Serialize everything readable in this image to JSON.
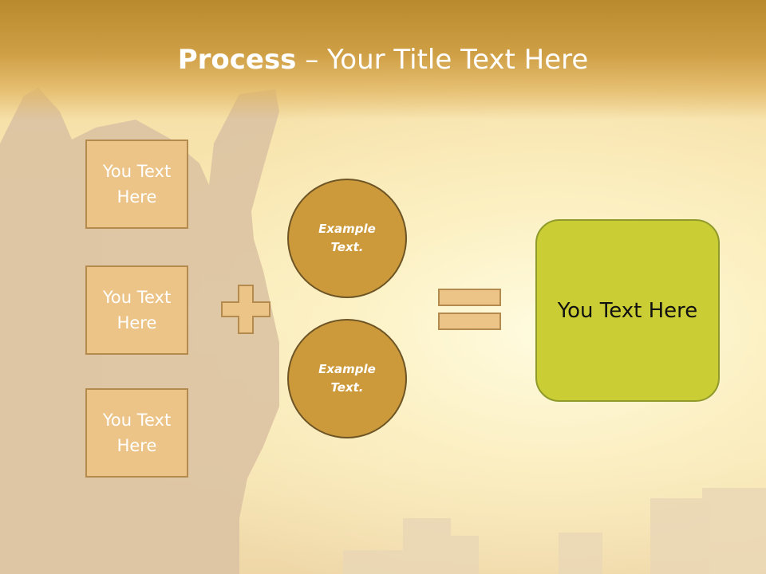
{
  "title": {
    "bold": "Process",
    "rest": " – Your Title Text Here"
  },
  "inputs": [
    {
      "label": "You Text Here"
    },
    {
      "label": "You Text Here"
    },
    {
      "label": "You Text Here"
    }
  ],
  "examples": [
    {
      "label": "Example Text."
    },
    {
      "label": "Example Text."
    }
  ],
  "result": {
    "label": "You Text Here"
  },
  "icons": {
    "operator_plus": "plus-icon",
    "operator_equals": "equals-icon"
  },
  "colors": {
    "title_bar": "#c8983c",
    "input_box": "#edc487",
    "circle": "#cc9a3b",
    "result_box": "#cbcd35"
  }
}
